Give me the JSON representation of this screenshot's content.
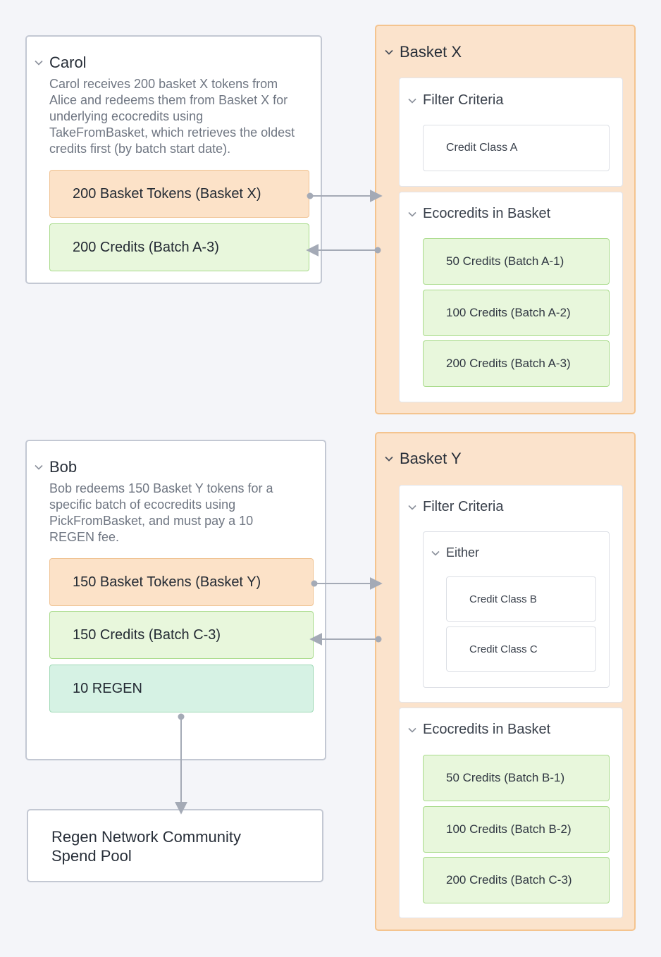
{
  "carol": {
    "name": "Carol",
    "description": "Carol receives 200 basket X tokens from Alice and redeems them from Basket X for underlying ecocredits using TakeFromBasket, which retrieves the oldest credits first (by batch start date).",
    "tokens": "200 Basket Tokens (Basket X)",
    "credits": "200 Credits (Batch A-3)"
  },
  "basket_x": {
    "name": "Basket X",
    "filter": {
      "title": "Filter Criteria",
      "items": [
        "Credit Class A"
      ]
    },
    "ecocredits": {
      "title": "Ecocredits in Basket",
      "items": [
        "50 Credits (Batch A-1)",
        "100 Credits (Batch A-2)",
        "200 Credits (Batch A-3)"
      ]
    }
  },
  "bob": {
    "name": "Bob",
    "description": "Bob redeems 150 Basket Y tokens for a specific batch of ecocredits using PickFromBasket, and must pay a 10 REGEN fee.",
    "tokens": "150 Basket Tokens (Basket Y)",
    "credits": "150 Credits (Batch C-3)",
    "fee": "10 REGEN"
  },
  "basket_y": {
    "name": "Basket Y",
    "filter": {
      "title": "Filter Criteria",
      "either": {
        "title": "Either",
        "items": [
          "Credit Class B",
          "Credit Class C"
        ]
      }
    },
    "ecocredits": {
      "title": "Ecocredits in Basket",
      "items": [
        "50 Credits (Batch B-1)",
        "100 Credits (Batch B-2)",
        "200 Credits (Batch C-3)"
      ]
    }
  },
  "pool": {
    "name": "Regen Network Community Spend Pool"
  },
  "colors": {
    "token": "#fce2c8",
    "credit": "#e8f7dc",
    "regen": "#d6f2e4",
    "basket": "#fbe3cc",
    "wire": "#a4aab6"
  }
}
